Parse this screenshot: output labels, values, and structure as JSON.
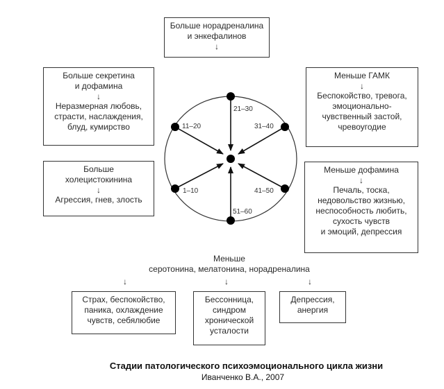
{
  "boxes": {
    "top": {
      "lines": [
        "Больше норадреналина",
        "и энкефалинов"
      ],
      "arrow": "↓"
    },
    "left_upper": {
      "lines_top": [
        "Больше секретина",
        "и дофамина"
      ],
      "arrow": "↓",
      "lines_bottom": [
        "Неразмерная любовь,",
        "страсти, наслаждения,",
        "блуд, кумирство"
      ]
    },
    "left_lower": {
      "lines_top": [
        "Больше",
        "холецистокинина"
      ],
      "arrow": "↓",
      "lines_bottom": [
        "Агрессия, гнев, злость"
      ]
    },
    "right_upper": {
      "lines_top": [
        "Меньше ГАМК"
      ],
      "arrow": "↓",
      "lines_bottom": [
        "Беспокойство, тревога,",
        "эмоционально-",
        "чувственный застой,",
        "чревоугодие"
      ]
    },
    "right_lower": {
      "lines_top": [
        "Меньше дофамина"
      ],
      "arrow": "↓",
      "lines_bottom": [
        "Печаль, тоска,",
        "недовольство жизнью,",
        "неспособность любить,",
        "сухость чувств",
        "и эмоций, депрессия"
      ]
    },
    "bottom_1": {
      "lines": [
        "Страх, беспокойство,",
        "паника, охлаждение",
        "чувств, себялюбие"
      ]
    },
    "bottom_2": {
      "lines": [
        "Бессонница,",
        "синдром",
        "хронической",
        "усталости"
      ]
    },
    "bottom_3": {
      "lines": [
        "Депрессия,",
        "анергия"
      ]
    }
  },
  "bottom_header": {
    "line1": "Меньше",
    "line2": "серотонина, мелатонина, норадреналина",
    "arrows": [
      "↓",
      "↓",
      "↓"
    ]
  },
  "wheel": {
    "ages": [
      "21–30",
      "31–40",
      "41–50",
      "51–60",
      "1–10",
      "11–20"
    ]
  },
  "caption": {
    "title": "Стадии патологического психоэмоционального цикла жизни",
    "author": "Иванченко В.А., 2007"
  },
  "colors": {
    "stroke": "#333333",
    "node": "#000000"
  }
}
